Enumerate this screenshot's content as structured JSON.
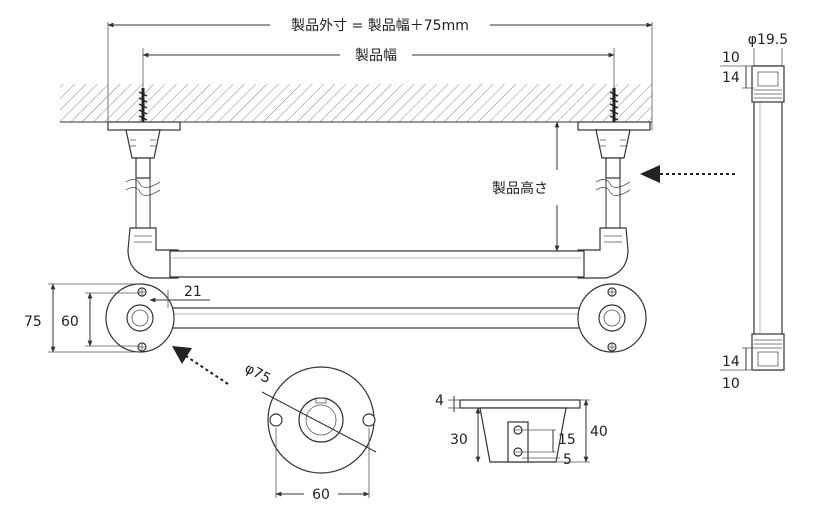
{
  "labels": {
    "outer_width": "製品外寸 = 製品幅＋75mm",
    "width": "製品幅",
    "height": "製品高さ",
    "base_75": "75",
    "base_60": "60",
    "offset_21": "21",
    "pipe_dia": "φ19.5",
    "top_10": "10",
    "top_14": "14",
    "bot_14": "14",
    "bot_10": "10",
    "flange_dia": "φ75",
    "flange_60": "60",
    "side_4": "4",
    "side_30": "30",
    "side_15": "15",
    "side_40": "40",
    "side_5": "5"
  },
  "colors": {
    "line": "#333333",
    "hatch": "#555555",
    "background": "#ffffff"
  }
}
